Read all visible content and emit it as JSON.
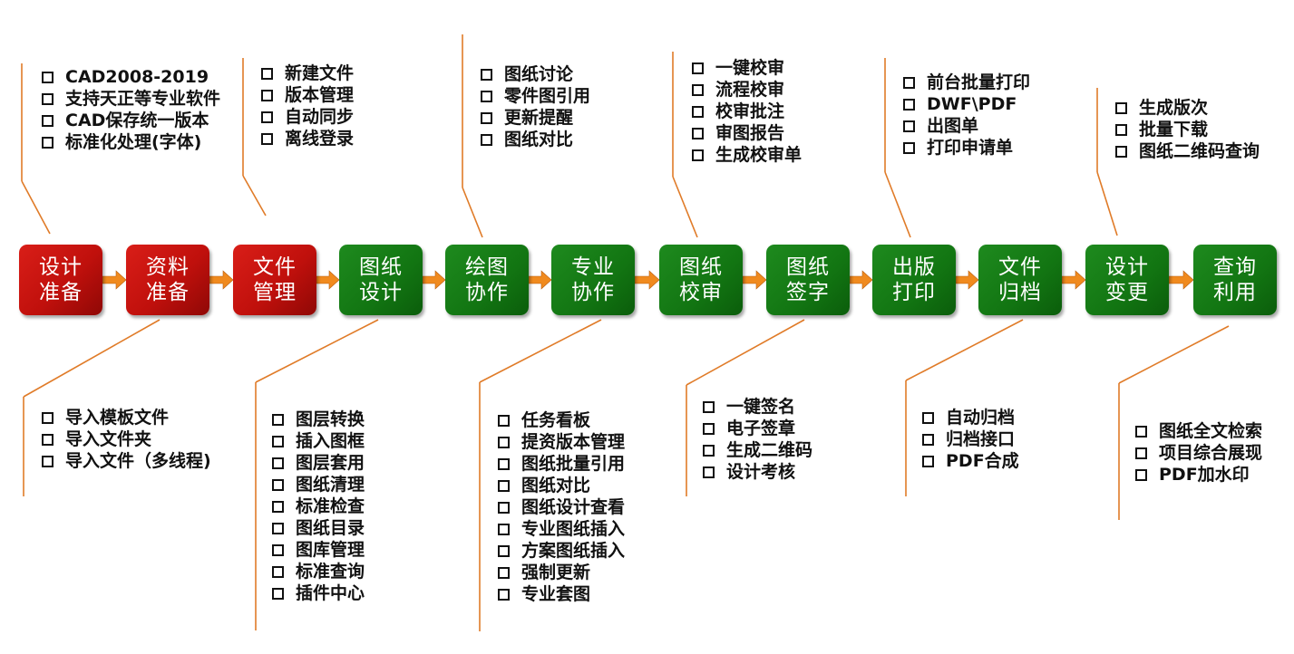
{
  "colors": {
    "prep": "#c0100c",
    "main": "#127512",
    "connector": "#e07b28",
    "arrow": "#f08a1e"
  },
  "stages": [
    {
      "label": "设计准备",
      "phase": "prep"
    },
    {
      "label": "资料准备",
      "phase": "prep"
    },
    {
      "label": "文件管理",
      "phase": "prep"
    },
    {
      "label": "图纸设计",
      "phase": "main"
    },
    {
      "label": "绘图协作",
      "phase": "main"
    },
    {
      "label": "专业协作",
      "phase": "main"
    },
    {
      "label": "图纸校审",
      "phase": "main"
    },
    {
      "label": "图纸签字",
      "phase": "main"
    },
    {
      "label": "出版打印",
      "phase": "main"
    },
    {
      "label": "文件归档",
      "phase": "main"
    },
    {
      "label": "设计变更",
      "phase": "main"
    },
    {
      "label": "查询利用",
      "phase": "main"
    }
  ],
  "top_features": [
    {
      "stage": "设计准备",
      "items": [
        "CAD2008-2019",
        "支持天正等专业软件",
        "CAD保存统一版本",
        "标准化处理(字体)"
      ]
    },
    {
      "stage": "文件管理",
      "items": [
        "新建文件",
        "版本管理",
        "自动同步",
        "离线登录"
      ]
    },
    {
      "stage": "绘图协作",
      "items": [
        "图纸讨论",
        "零件图引用",
        "更新提醒",
        "图纸对比"
      ]
    },
    {
      "stage": "图纸校审",
      "items": [
        "一键校审",
        "流程校审",
        "校审批注",
        "审图报告",
        "生成校审单"
      ]
    },
    {
      "stage": "出版打印",
      "items": [
        "前台批量打印",
        "DWF\\PDF",
        "出图单",
        "打印申请单"
      ]
    },
    {
      "stage": "设计变更",
      "items": [
        "生成版次",
        "批量下载",
        "图纸二维码查询"
      ]
    }
  ],
  "bottom_features": [
    {
      "stage": "资料准备",
      "items": [
        "导入模板文件",
        "导入文件夹",
        "导入文件（多线程)"
      ]
    },
    {
      "stage": "图纸设计",
      "items": [
        "图层转换",
        "插入图框",
        "图层套用",
        "图纸清理",
        "标准检查",
        "图纸目录",
        "图库管理",
        "标准查询",
        "插件中心"
      ]
    },
    {
      "stage": "专业协作",
      "items": [
        "任务看板",
        "提资版本管理",
        "图纸批量引用",
        "图纸对比",
        "图纸设计查看",
        "专业图纸插入",
        "方案图纸插入",
        "强制更新",
        "专业套图"
      ]
    },
    {
      "stage": "图纸签字",
      "items": [
        "一键签名",
        "电子签章",
        "生成二维码",
        "设计考核"
      ]
    },
    {
      "stage": "文件归档",
      "items": [
        "自动归档",
        "归档接口",
        "PDF合成"
      ]
    },
    {
      "stage": "查询利用",
      "items": [
        "图纸全文检索",
        "项目综合展现",
        "PDF加水印"
      ]
    }
  ]
}
